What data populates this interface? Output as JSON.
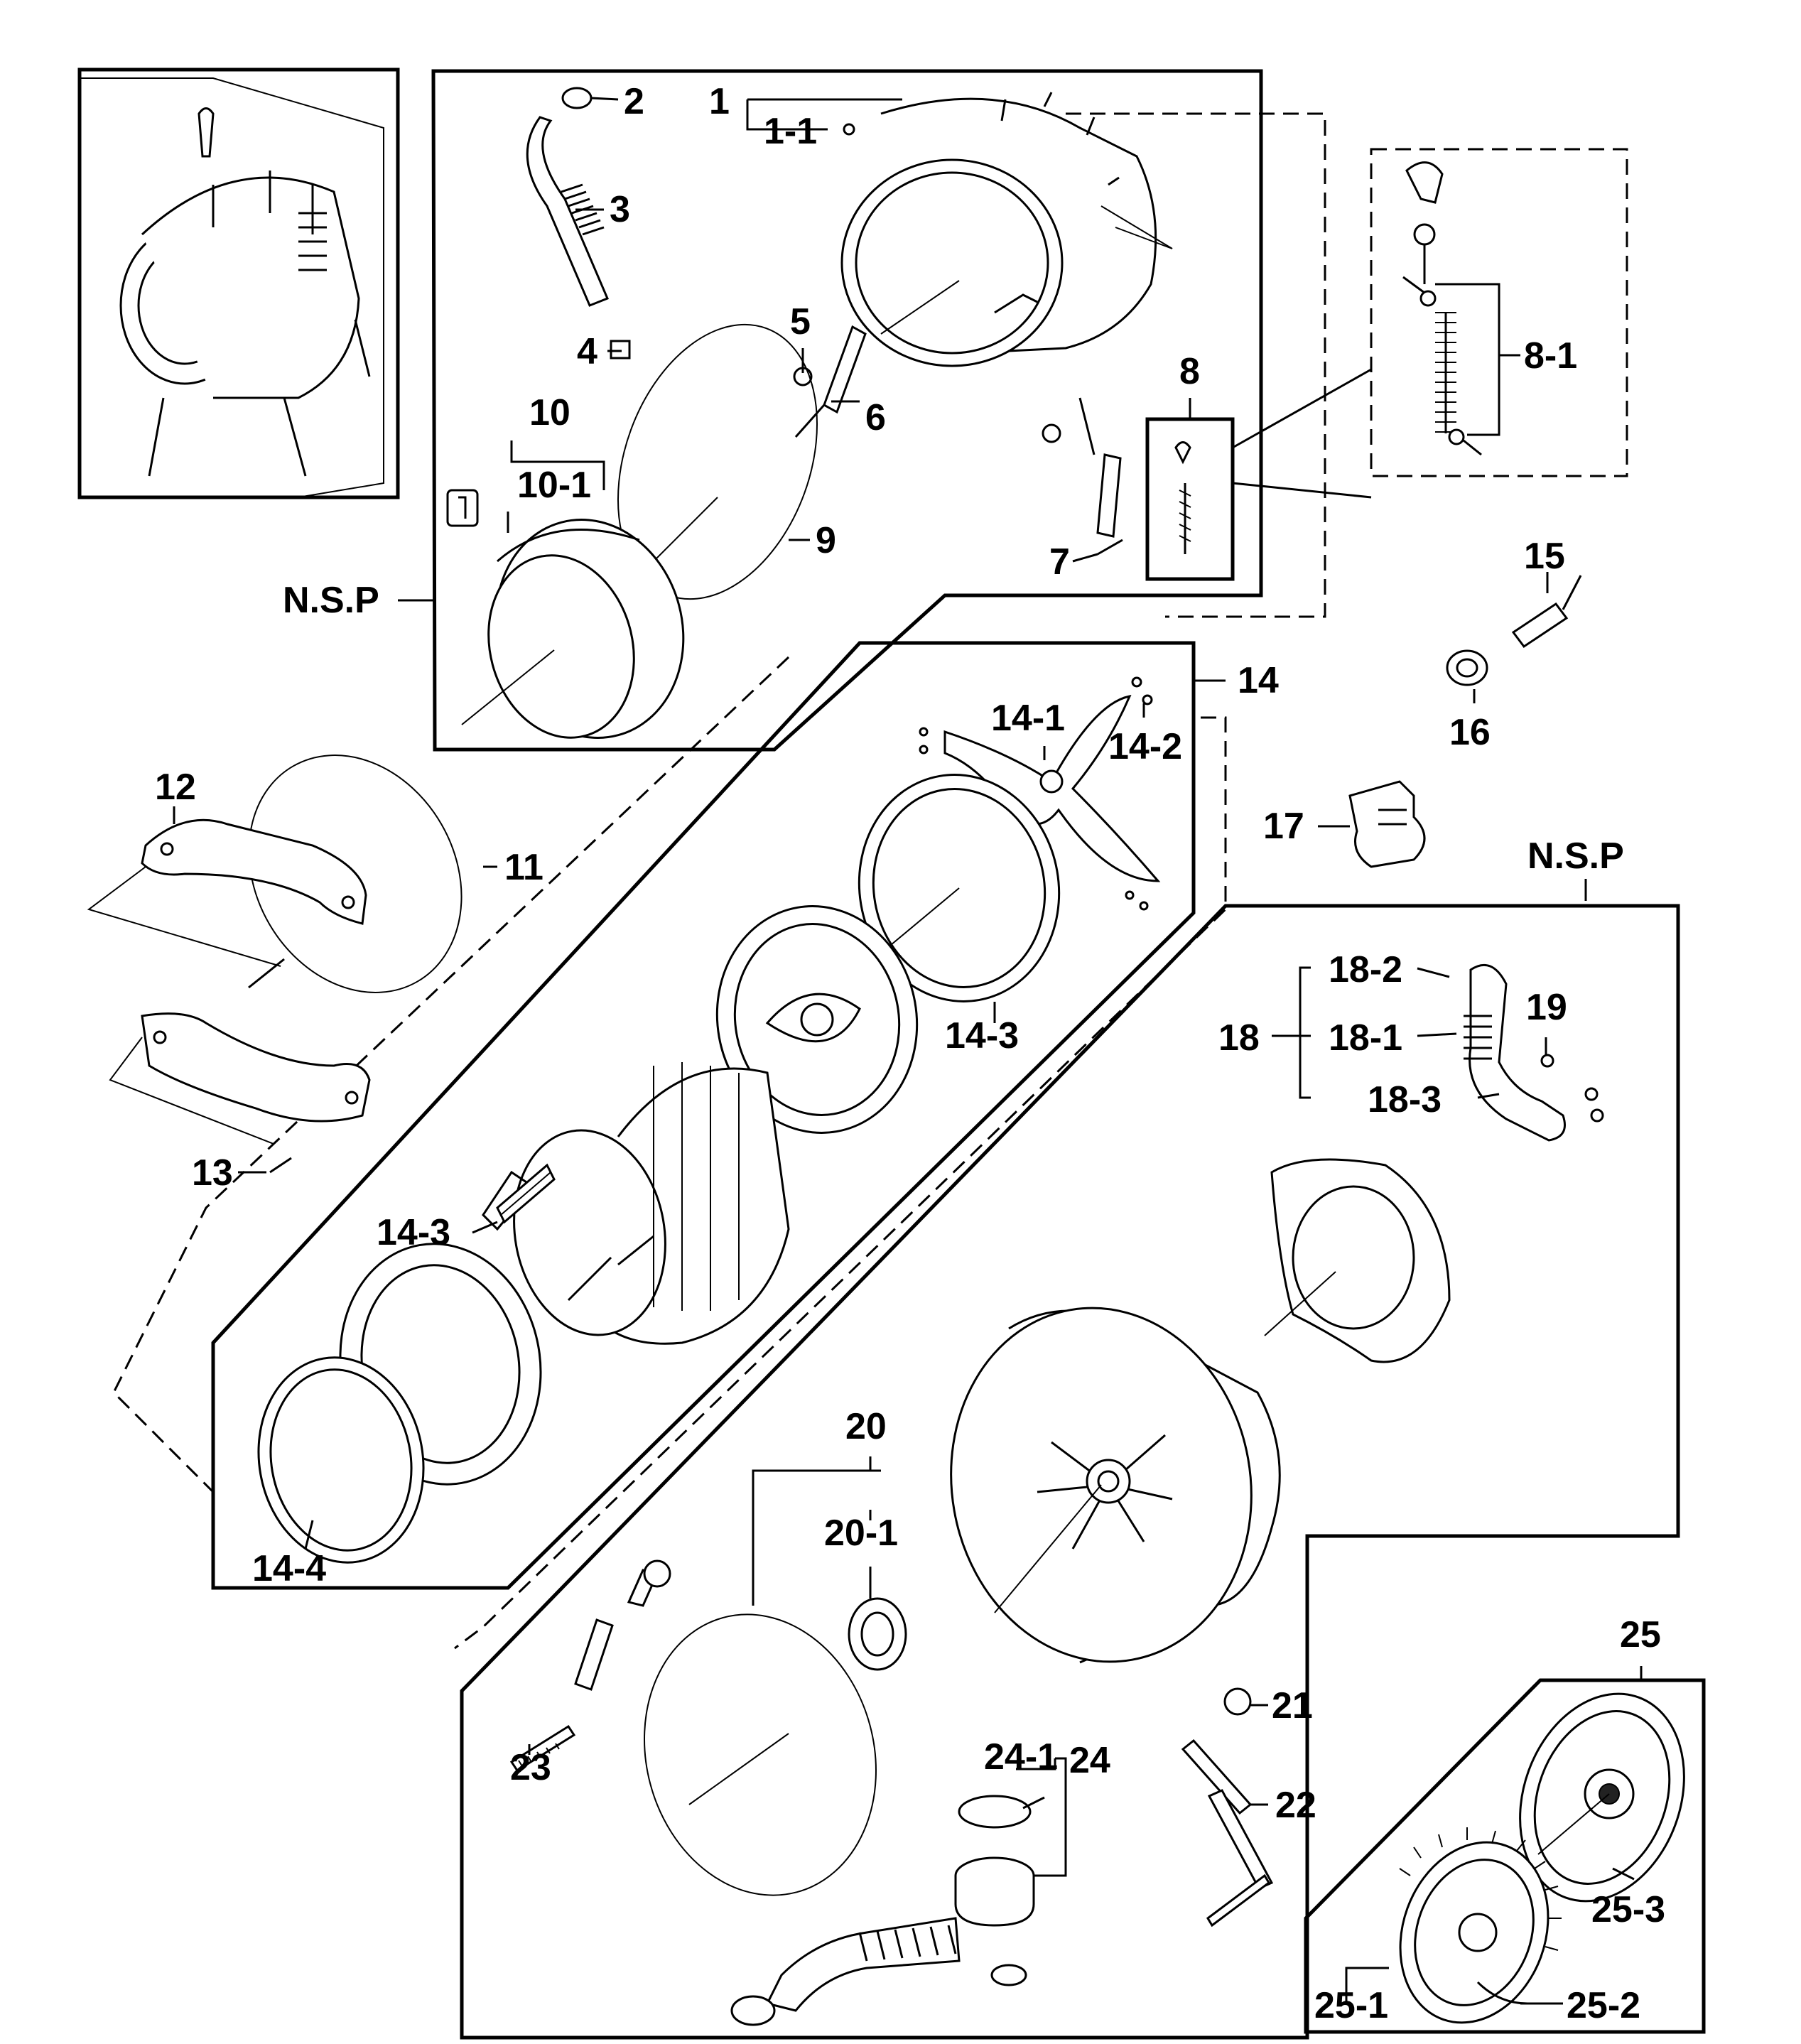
{
  "diagram": {
    "labels": {
      "p1": "1",
      "p1_1": "1-1",
      "p2": "2",
      "p3": "3",
      "p4": "4",
      "p5": "5",
      "p6": "6",
      "p7": "7",
      "p8": "8",
      "p8_1": "8-1",
      "p9": "9",
      "p10": "10",
      "p10_1": "10-1",
      "nsp_top": "N.S.P",
      "p11": "11",
      "p12": "12",
      "p13": "13",
      "p14": "14",
      "p14_1": "14-1",
      "p14_2": "14-2",
      "p14_3a": "14-3",
      "p14_3b": "14-3",
      "p14_4": "14-4",
      "p15": "15",
      "p16": "16",
      "p17": "17",
      "nsp_bottom": "N.S.P",
      "p18": "18",
      "p18_1": "18-1",
      "p18_2": "18-2",
      "p18_3": "18-3",
      "p19": "19",
      "p20": "20",
      "p20_1": "20-1",
      "p21": "21",
      "p22": "22",
      "p23": "23",
      "p24": "24",
      "p24_1": "24-1",
      "p25": "25",
      "p25_1": "25-1",
      "p25_2": "25-2",
      "p25_3": "25-3"
    }
  }
}
